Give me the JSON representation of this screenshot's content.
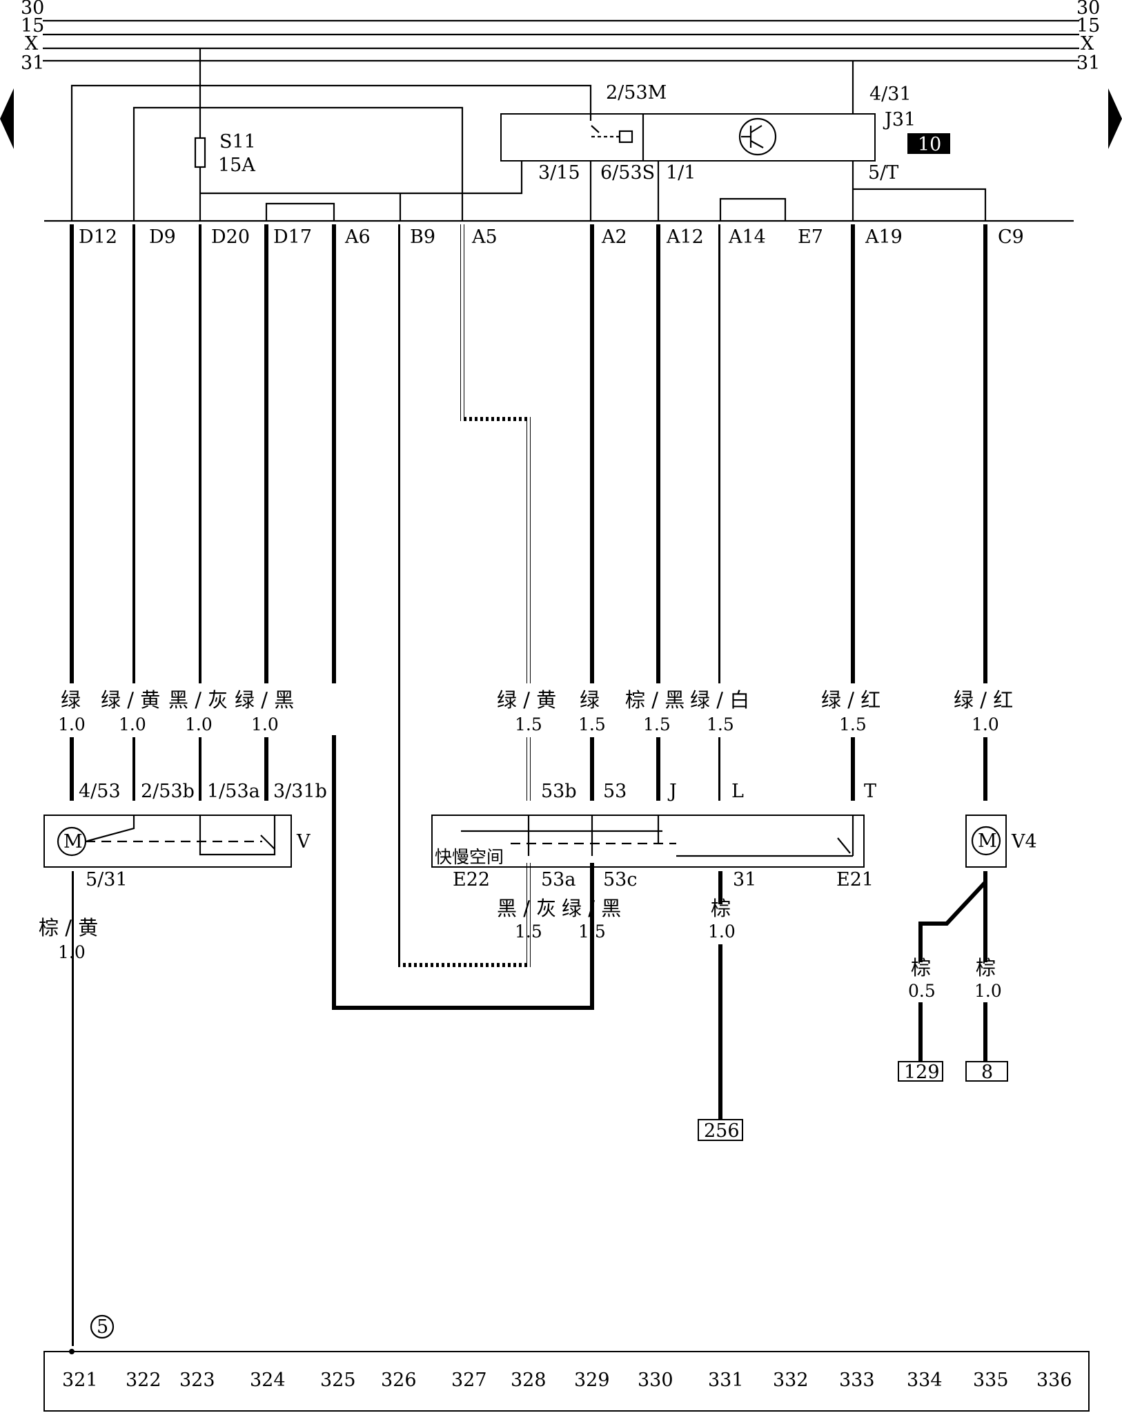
{
  "bus": {
    "left": [
      "30",
      "15",
      "X",
      "31"
    ],
    "right": [
      "30",
      "15",
      "X",
      "31"
    ]
  },
  "relay": {
    "name": "J31",
    "badge": "10",
    "pins": [
      "2/53M",
      "4/31",
      "3/15",
      "6/53S",
      "1/1",
      "5/T"
    ]
  },
  "fuse": {
    "name": "S11",
    "rating": "15A"
  },
  "connectors": [
    "D12",
    "D9",
    "D20",
    "D17",
    "A6",
    "B9",
    "A5",
    "A2",
    "A12",
    "A14",
    "E7",
    "A19",
    "C9"
  ],
  "wires": [
    {
      "color": "绿",
      "size": "1.0"
    },
    {
      "color": "绿 / 黄",
      "size": "1.0"
    },
    {
      "color": "黑 / 灰",
      "size": "1.0"
    },
    {
      "color": "绿 / 黑",
      "size": "1.0"
    },
    {
      "color": "绿 / 黄",
      "size": "1.5"
    },
    {
      "color": "绿",
      "size": "1.5"
    },
    {
      "color": "棕 / 黑",
      "size": "1.5"
    },
    {
      "color": "绿 / 白",
      "size": "1.5"
    },
    {
      "color": "绿 / 红",
      "size": "1.5"
    },
    {
      "color": "绿 / 红",
      "size": "1.0"
    }
  ],
  "motor_v": {
    "name": "V",
    "symbol": "M",
    "pins": [
      "4/53",
      "2/53b",
      "1/53a",
      "3/31b",
      "5/31"
    ],
    "ground_wire": {
      "color": "棕 / 黄",
      "size": "1.0"
    }
  },
  "switch": {
    "pins_top": [
      "53b",
      "53",
      "J",
      "L",
      "T"
    ],
    "pins_bottom": [
      "53a",
      "53c",
      "31"
    ],
    "label_left": "E22",
    "label_right": "E21",
    "position_text": "快慢空间",
    "bottom_wires": [
      {
        "color": "黑 / 灰",
        "size": "1.5"
      },
      {
        "color": "绿 / 黑",
        "size": "1.5"
      },
      {
        "color": "棕",
        "size": "1.0"
      }
    ],
    "ref": "256"
  },
  "motor_v4": {
    "name": "V4",
    "symbol": "M",
    "wires": [
      {
        "color": "棕",
        "size": "0.5",
        "ref": "129"
      },
      {
        "color": "棕",
        "size": "1.0",
        "ref": "8"
      }
    ]
  },
  "ground_point": "5",
  "grid_numbers": [
    "321",
    "322",
    "323",
    "324",
    "325",
    "326",
    "327",
    "328",
    "329",
    "330",
    "331",
    "332",
    "333",
    "334",
    "335",
    "336"
  ]
}
